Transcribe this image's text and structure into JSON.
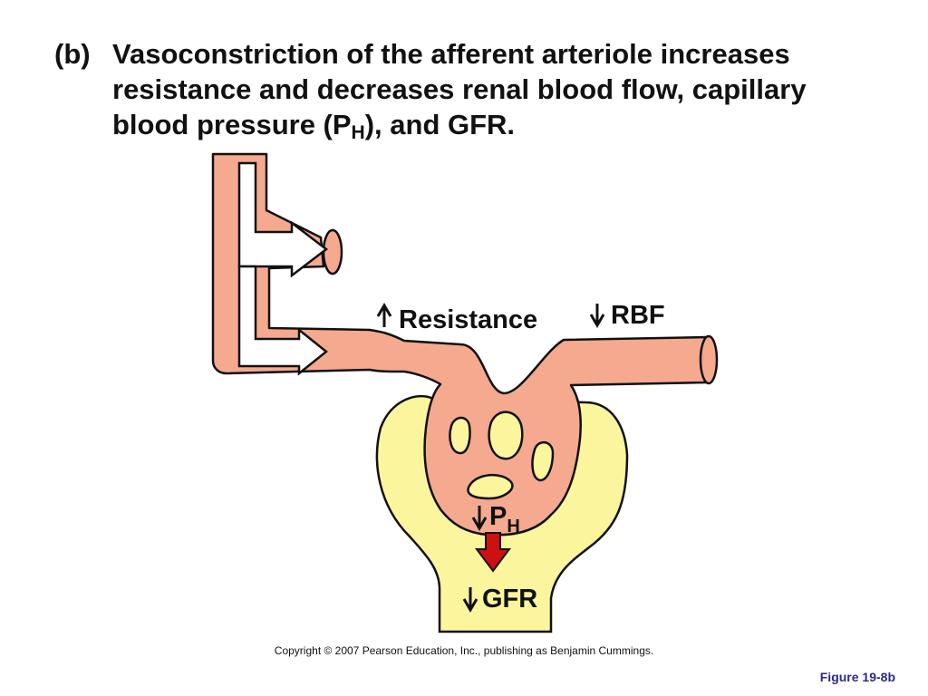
{
  "heading": {
    "label": "(b)",
    "line1": "Vasoconstriction of the afferent arteriole increases",
    "line2": "resistance and decreases renal blood flow, capillary",
    "line3_prefix": "blood pressure (P",
    "line3_sub": "H",
    "line3_suffix": "), and GFR."
  },
  "labels": {
    "resistance": "Resistance",
    "rbf": "RBF",
    "ph_main": "P",
    "ph_sub": "H",
    "gfr": "GFR"
  },
  "footer": {
    "copyright": "Copyright © 2007 Pearson Education, Inc., publishing as Benjamin Cummings.",
    "figure_id": "Figure 19-8b"
  },
  "colors": {
    "vessel_fill": "#f5a98e",
    "vessel_stroke": "#111111",
    "capsule_fill": "#fbf59e",
    "arrow_red": "#cc1111"
  }
}
